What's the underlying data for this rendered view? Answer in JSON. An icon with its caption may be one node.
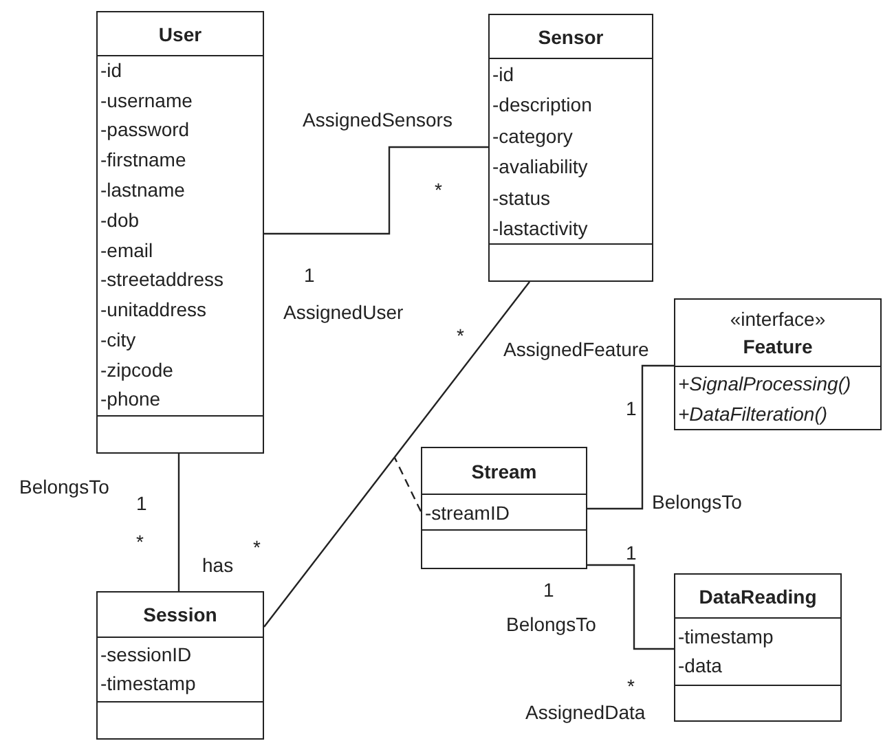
{
  "diagram": {
    "nodes": [
      {
        "text": [
          "User",
          "-id",
          "-username",
          "-password",
          "-firstname",
          "-lastname",
          "-dob",
          "-email",
          "-streetaddress",
          "-unitaddress",
          "-city",
          "-zipcode",
          "-phone"
        ]
      },
      {
        "text": [
          "Sensor",
          "-id",
          "-description",
          "-category",
          "-avaliability",
          "-status",
          "-lastactivity"
        ]
      },
      {
        "text": [
          "«interface»",
          "Feature",
          "+SignalProcessing()",
          "+DataFilteration()"
        ]
      },
      {
        "text": [
          "Stream",
          "-streamID"
        ]
      },
      {
        "text": [
          "Session",
          "-sessionID",
          "-timestamp"
        ]
      },
      {
        "text": [
          "DataReading",
          "-timestamp",
          "-data"
        ]
      }
    ],
    "edges": [
      {
        "from": 0,
        "to": 1,
        "arrow": "none"
      },
      {
        "from": 0,
        "to": 4,
        "arrow": "none"
      },
      {
        "from": 4,
        "to": 1,
        "arrow": "none"
      },
      {
        "from": 3,
        "to": null,
        "arrow": "none",
        "style": "dashed"
      },
      {
        "from": 3,
        "to": 2,
        "arrow": "none"
      },
      {
        "from": 3,
        "to": 5,
        "arrow": "none"
      }
    ],
    "labels": [
      "AssignedSensors",
      "*",
      "1",
      "AssignedUser",
      "*",
      "AssignedFeature",
      "1",
      "BelongsTo",
      "1",
      "BelongsTo",
      "*",
      "has",
      "*",
      "1",
      "1",
      "BelongsTo",
      "*",
      "AssignedData"
    ]
  }
}
